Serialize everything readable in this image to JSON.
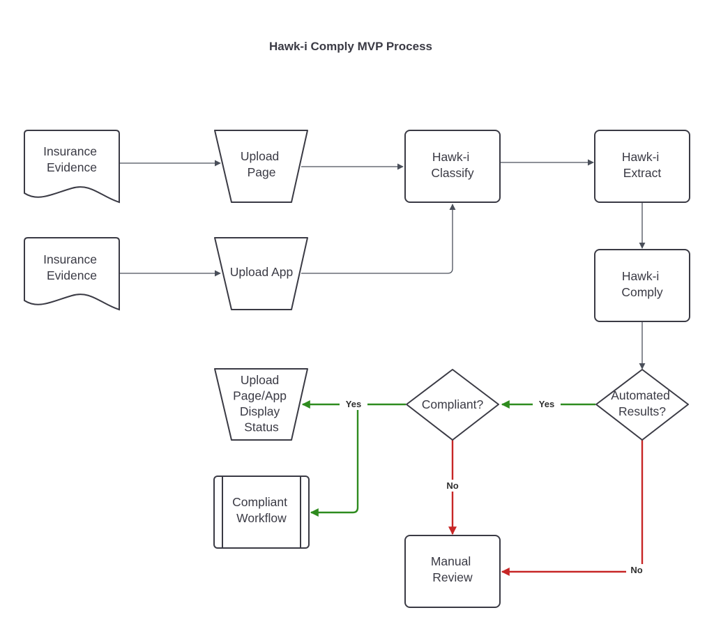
{
  "title": "Hawk-i Comply MVP Process",
  "colors": {
    "stroke": "#3a3a44",
    "connector": "#4a4f5a",
    "yes_path": "#2e8b1e",
    "no_path": "#c72626"
  },
  "nodes": {
    "doc1": [
      "Insurance",
      "Evidence"
    ],
    "doc2": [
      "Insurance",
      "Evidence"
    ],
    "upload_page": [
      "Upload",
      "Page"
    ],
    "upload_app": [
      "Upload App"
    ],
    "classify": [
      "Hawk-i",
      "Classify"
    ],
    "extract": [
      "Hawk-i",
      "Extract"
    ],
    "comply": [
      "Hawk-i",
      "Comply"
    ],
    "automated_results": [
      "Automated",
      "Results?"
    ],
    "compliant": [
      "Compliant?"
    ],
    "display_status": [
      "Upload",
      "Page/App",
      "Display",
      "Status"
    ],
    "compliant_workflow": [
      "Compliant",
      "Workflow"
    ],
    "manual_review": [
      "Manual",
      "Review"
    ]
  },
  "edge_labels": {
    "yes": "Yes",
    "no": "No"
  }
}
